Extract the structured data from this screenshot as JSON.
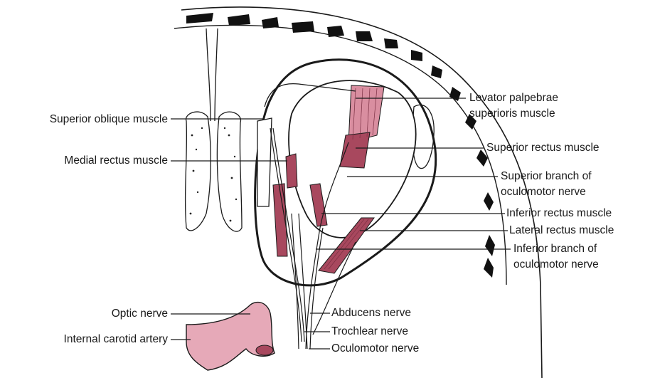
{
  "labels": {
    "superior_oblique": "Superior oblique muscle",
    "medial_rectus": "Medial rectus muscle",
    "optic_nerve": "Optic nerve",
    "internal_carotid": "Internal carotid artery",
    "levator_1": "Levator palpebrae",
    "levator_2": "superioris muscle",
    "superior_rectus": "Superior rectus muscle",
    "sup_branch_1": "Superior branch of",
    "sup_branch_2": "oculomotor nerve",
    "inferior_rectus": "Inferior rectus muscle",
    "lateral_rectus": "Lateral rectus muscle",
    "inf_branch_1": "Inferior branch of",
    "inf_branch_2": "oculomotor nerve",
    "abducens": "Abducens nerve",
    "trochlear": "Trochlear nerve",
    "oculomotor": "Oculomotor nerve"
  },
  "colors": {
    "muscle": "#a8485e",
    "muscle_light": "#d98ea0",
    "artery": "#e6a9b8",
    "bone": "#111111",
    "outline": "#1a1a1a"
  }
}
